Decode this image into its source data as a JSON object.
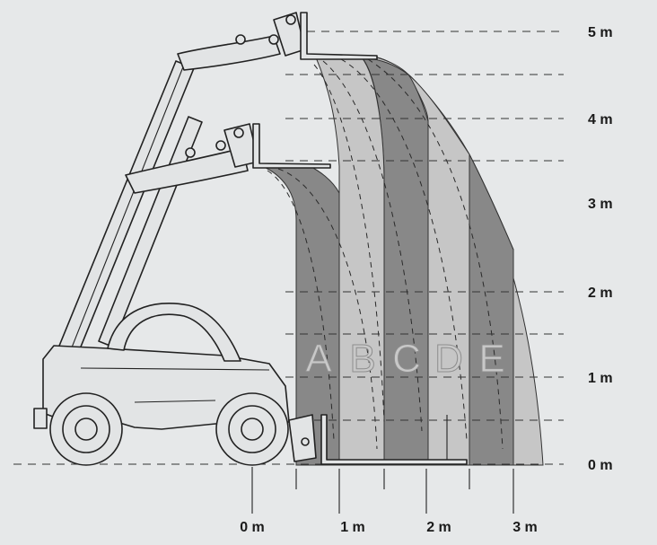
{
  "diagram": {
    "height_labels": [
      "5 m",
      "4 m",
      "3 m",
      "2 m",
      "1 m",
      "0 m"
    ],
    "reach_labels": [
      "0 m",
      "1 m",
      "2 m",
      "3 m"
    ],
    "zone_letters": [
      "A",
      "B",
      "C",
      "D",
      "E"
    ]
  },
  "colors": {
    "background": "#e6e8e9",
    "zone_light": "#c4c4c4",
    "zone_dark": "#878787",
    "lines": "#222222"
  }
}
